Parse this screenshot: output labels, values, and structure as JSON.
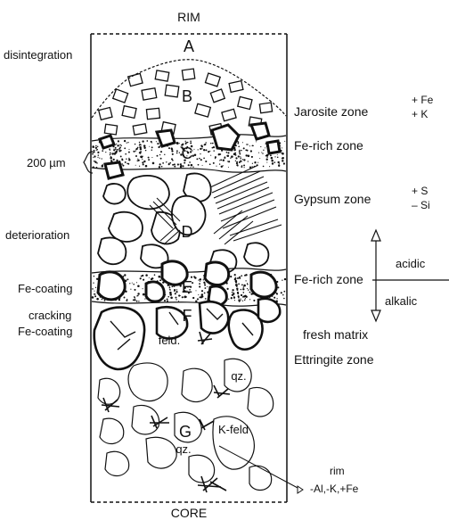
{
  "title_top": "RIM",
  "title_bottom": "CORE",
  "zone_letters": [
    "A",
    "B",
    "C",
    "D",
    "E",
    "F",
    "G"
  ],
  "left_labels": {
    "disintegration": "disintegration",
    "scale": "200 µm",
    "deterioration": "deterioration",
    "fe_coating_1": "Fe-coating",
    "cracking": "cracking",
    "fe_coating_2": "Fe-coating"
  },
  "right_labels": {
    "jarosite": "Jarosite zone",
    "fe_rich_1": "Fe-rich zone",
    "gypsum": "Gypsum zone",
    "fe_rich_2": "Fe-rich zone",
    "fresh_matrix": "fresh matrix",
    "ettringite": "Ettringite zone"
  },
  "chemistry": {
    "plus_fe": "+ Fe",
    "plus_k": "+ K",
    "plus_s": "+ S",
    "minus_si": "– Si"
  },
  "ph_labels": {
    "acidic": "acidic",
    "alkalic": "alkalic"
  },
  "inner_labels": {
    "feld": "feld.",
    "qz_1": "qz.",
    "k_feld": "K-feld",
    "qz_2": "qz."
  },
  "rim_callout": {
    "title": "rim",
    "formula": "-Al,-K,+Fe"
  },
  "colors": {
    "ink": "#111111",
    "paper": "#ffffff"
  }
}
